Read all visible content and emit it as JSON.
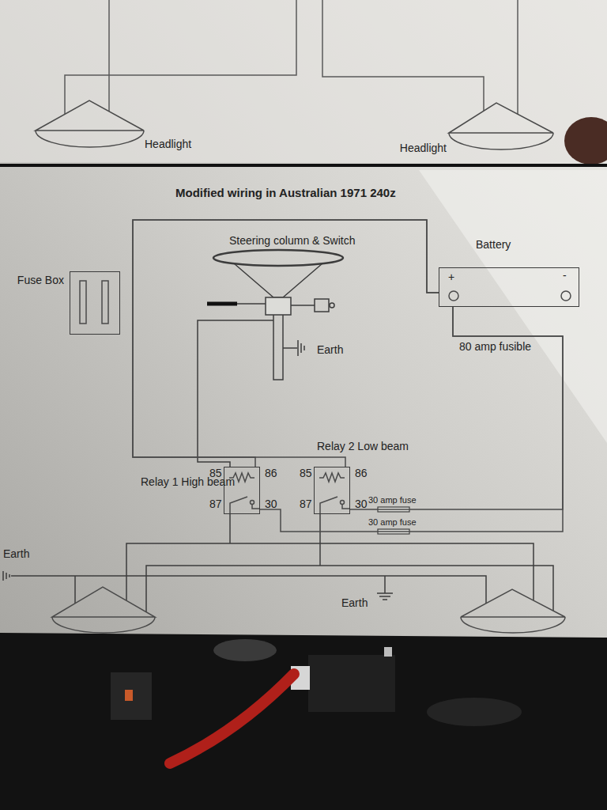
{
  "diagram": {
    "title": "Modified wiring in Australian 1971 240z",
    "nodes": [
      {
        "text": [
          "Headlight"
        ]
      },
      {
        "text": [
          "Headlight"
        ]
      },
      {
        "text": [
          "Fuse Box"
        ]
      },
      {
        "text": [
          "Battery",
          "+",
          "-"
        ]
      },
      {
        "text": [
          "Relay 1 High beam",
          "85",
          "86",
          "87",
          "30"
        ]
      },
      {
        "text": [
          "Relay 2 Low beam",
          "85",
          "86",
          "87",
          "30"
        ]
      }
    ],
    "edges": [
      {
        "from": 3,
        "to": 5,
        "arrow": "none",
        "label": "30 amp fuse"
      },
      {
        "from": 3,
        "to": 4,
        "arrow": "none",
        "label": "30 amp fuse"
      },
      {
        "from": 3,
        "to": 4,
        "arrow": "none"
      },
      {
        "from": 3,
        "to": 5,
        "arrow": "none"
      }
    ],
    "labels": [
      "Steering column & Switch",
      "Earth",
      "80 amp fusible",
      "Earth",
      "Earth"
    ]
  }
}
